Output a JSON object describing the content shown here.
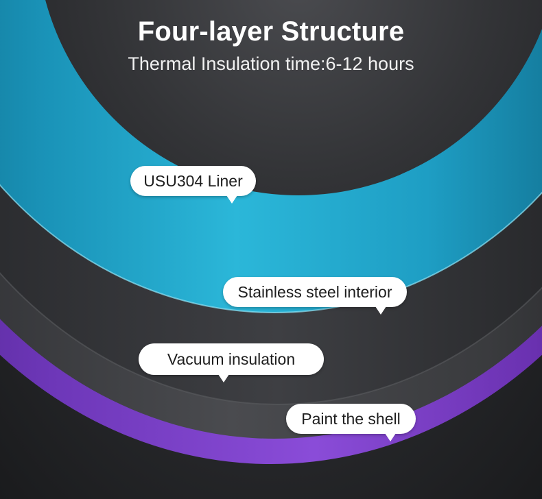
{
  "header": {
    "title": "Four-layer Structure",
    "subtitle": "Thermal Insulation time:6-12 hours"
  },
  "layers": [
    {
      "label": "USU304 Liner",
      "color": "#24a3c4"
    },
    {
      "label": "Stainless steel interior",
      "color": "#3a3b3e"
    },
    {
      "label": "Vacuum insulation",
      "color": "#3f4043"
    },
    {
      "label": "Paint the shell",
      "color": "#7a3dc4"
    }
  ],
  "colors": {
    "background": "#2a2b2e",
    "liner_blue": "#24a3c4",
    "shell_purple": "#7a3dc4",
    "callout_bg": "#ffffff"
  }
}
